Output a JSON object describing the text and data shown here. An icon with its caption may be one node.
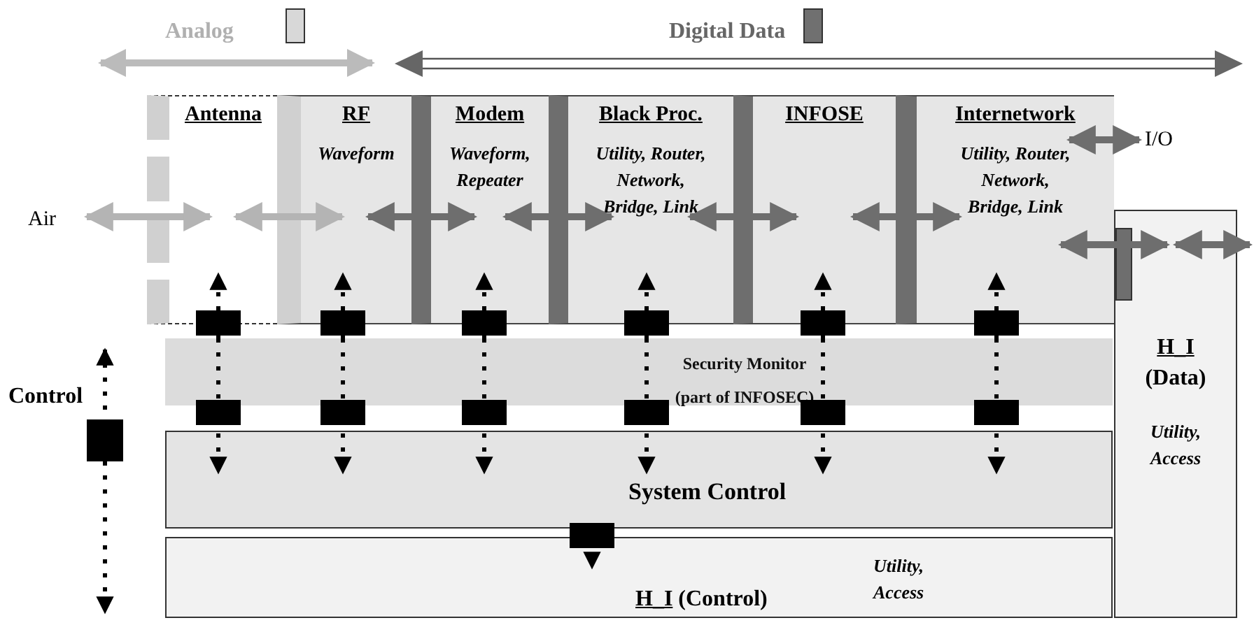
{
  "diagram": {
    "nodes": [
      {
        "text": [
          "Antenna"
        ]
      },
      {
        "text": [
          "RF",
          "Waveform"
        ]
      },
      {
        "text": [
          "Modem",
          "Waveform, Repeater"
        ]
      },
      {
        "text": [
          "Black Proc.",
          "Utility, Router, Network, Bridge, Link"
        ]
      },
      {
        "text": [
          "INFOSE"
        ]
      },
      {
        "text": [
          "Internetwork",
          "Utility, Router, Network, Bridge, Link"
        ]
      },
      {
        "text": [
          "Security Monitor (part of INFOSEC)"
        ]
      },
      {
        "text": [
          "System Control"
        ]
      },
      {
        "text": [
          "H_I",
          "(Control)",
          "Utility, Access"
        ]
      },
      {
        "text": [
          "H_I",
          "(Data)",
          "Utility, Access"
        ]
      },
      {
        "text": [
          "Air"
        ]
      },
      {
        "text": [
          "I/O"
        ]
      }
    ],
    "edges": [
      {
        "from": 10,
        "to": 0,
        "arrow": "both",
        "color": "#b4b4b4"
      },
      {
        "from": 0,
        "to": 1,
        "arrow": "both",
        "color": "#b4b4b4"
      },
      {
        "from": 1,
        "to": 2,
        "arrow": "both",
        "color": "#6e6e6e"
      },
      {
        "from": 2,
        "to": 3,
        "arrow": "both",
        "color": "#6e6e6e"
      },
      {
        "from": 3,
        "to": 4,
        "arrow": "both",
        "color": "#6e6e6e"
      },
      {
        "from": 4,
        "to": 5,
        "arrow": "both",
        "color": "#6e6e6e"
      },
      {
        "from": 5,
        "to": 11,
        "arrow": "both",
        "color": "#6e6e6e"
      },
      {
        "from": 5,
        "to": 9,
        "arrow": "both",
        "color": "#6e6e6e"
      },
      {
        "from": 9,
        "to": null,
        "arrow": "both",
        "color": "#6e6e6e"
      },
      {
        "from": 6,
        "to": 0,
        "arrow": "to",
        "style": "dashed",
        "color": "#000000"
      },
      {
        "from": 6,
        "to": 1,
        "arrow": "to",
        "style": "dashed",
        "color": "#000000"
      },
      {
        "from": 6,
        "to": 2,
        "arrow": "to",
        "style": "dashed",
        "color": "#000000"
      },
      {
        "from": 6,
        "to": 3,
        "arrow": "to",
        "style": "dashed",
        "color": "#000000"
      },
      {
        "from": 6,
        "to": 4,
        "arrow": "to",
        "style": "dashed",
        "color": "#000000"
      },
      {
        "from": 6,
        "to": 5,
        "arrow": "to",
        "style": "dashed",
        "color": "#000000"
      },
      {
        "from": 6,
        "to": 7,
        "arrow": "to",
        "style": "dashed",
        "color": "#000000"
      },
      {
        "from": 6,
        "to": 7,
        "arrow": "to",
        "style": "dashed",
        "color": "#000000"
      },
      {
        "from": 6,
        "to": 7,
        "arrow": "to",
        "style": "dashed",
        "color": "#000000"
      },
      {
        "from": 6,
        "to": 7,
        "arrow": "to",
        "style": "dashed",
        "color": "#000000"
      },
      {
        "from": 6,
        "to": 7,
        "arrow": "to",
        "style": "dashed",
        "color": "#000000"
      },
      {
        "from": 6,
        "to": 7,
        "arrow": "to",
        "style": "dashed",
        "color": "#000000"
      },
      {
        "from": 7,
        "to": 8,
        "arrow": "both",
        "style": "dashed",
        "color": "#000000"
      }
    ],
    "labels": [
      "Control"
    ],
    "legend": [
      {
        "text": "Analog",
        "color": "#d8d8d8"
      },
      {
        "text": "Digital Data",
        "color": "#707070"
      }
    ]
  }
}
